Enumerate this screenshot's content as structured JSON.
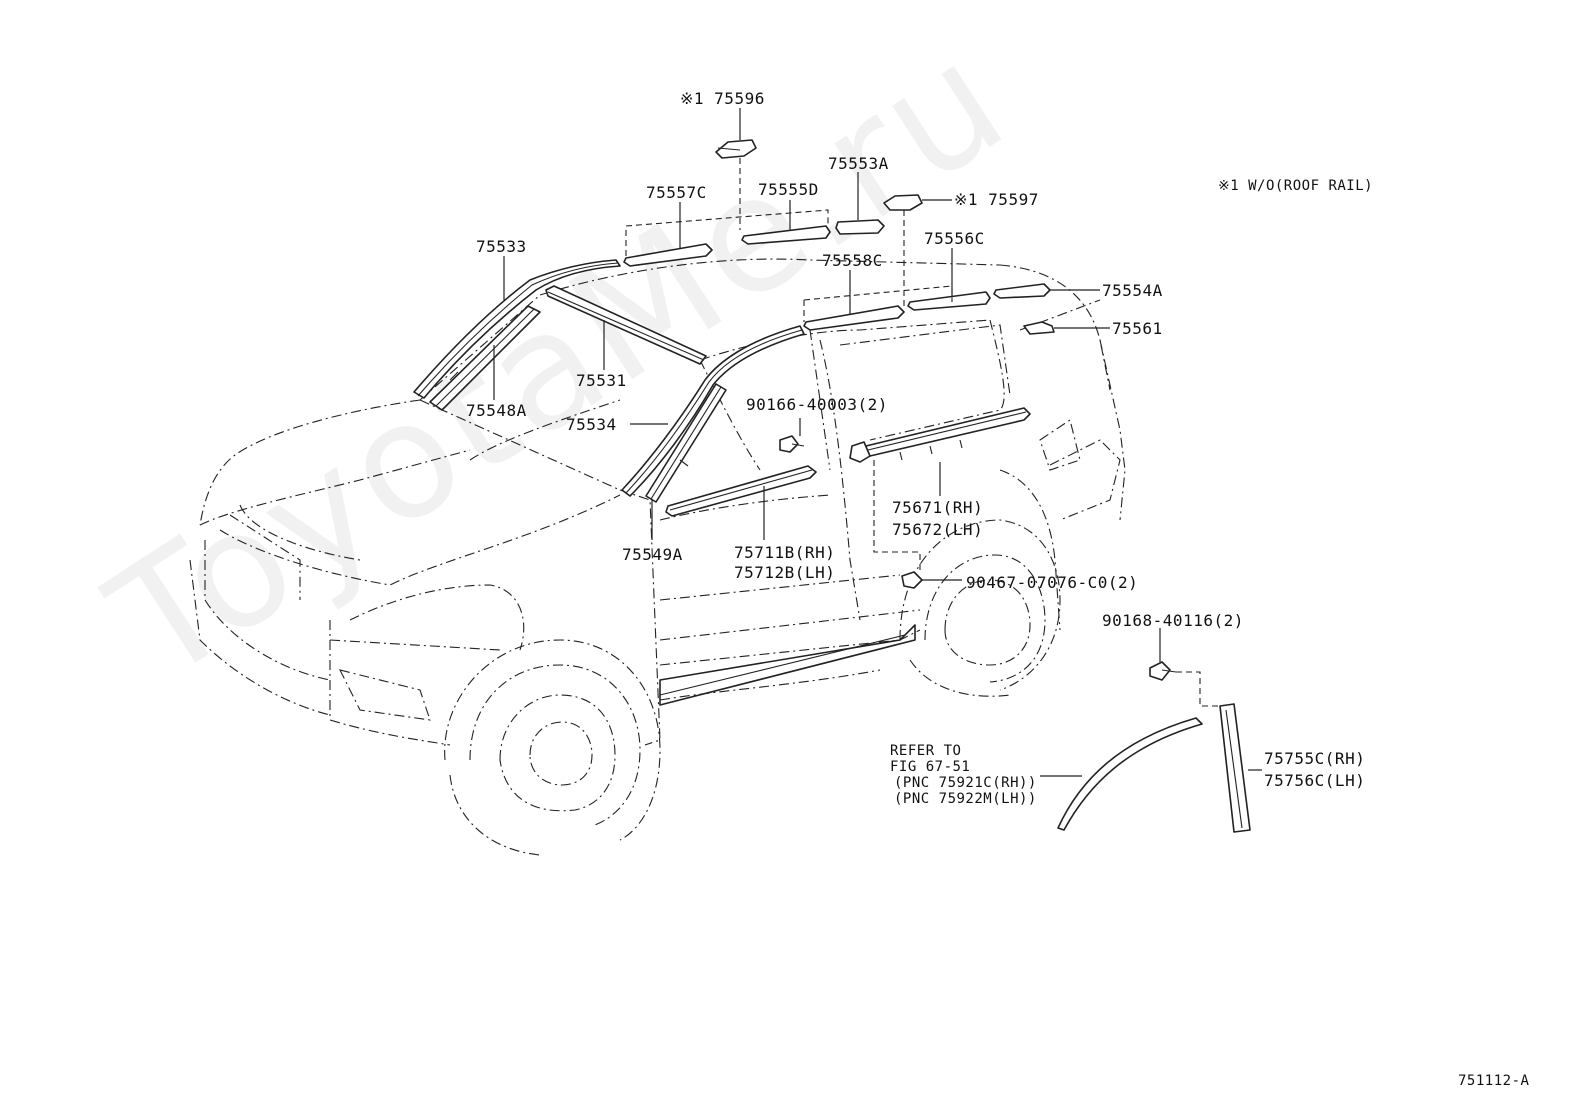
{
  "watermark": "ToyotaMe.ru",
  "note": "※1  W/O(ROOF RAIL)",
  "figure_code": "751112-A",
  "labels": {
    "p75596": "※1 75596",
    "p75557c": "75557C",
    "p75555d": "75555D",
    "p75553a": "75553A",
    "p75597": "※1 75597",
    "p75533": "75533",
    "p75556c": "75556C",
    "p75558c": "75558C",
    "p75554a": "75554A",
    "p75561": "75561",
    "p75531": "75531",
    "p75548a": "75548A",
    "p90166": "90166-40003(2)",
    "p75534": "75534",
    "p75671": "75671(RH)",
    "p75672": "75672(LH)",
    "p75549a": "75549A",
    "p75711b": "75711B(RH)",
    "p75712b": "75712B(LH)",
    "p90467": "90467-07076-C0(2)",
    "p90168": "90168-40116(2)",
    "refer1": "REFER TO",
    "refer2": "FIG 67-51",
    "refer3": "(PNC 75921C(RH))",
    "refer4": "(PNC 75922M(LH))",
    "p75755c": "75755C(RH)",
    "p75756c": "75756C(LH)"
  }
}
